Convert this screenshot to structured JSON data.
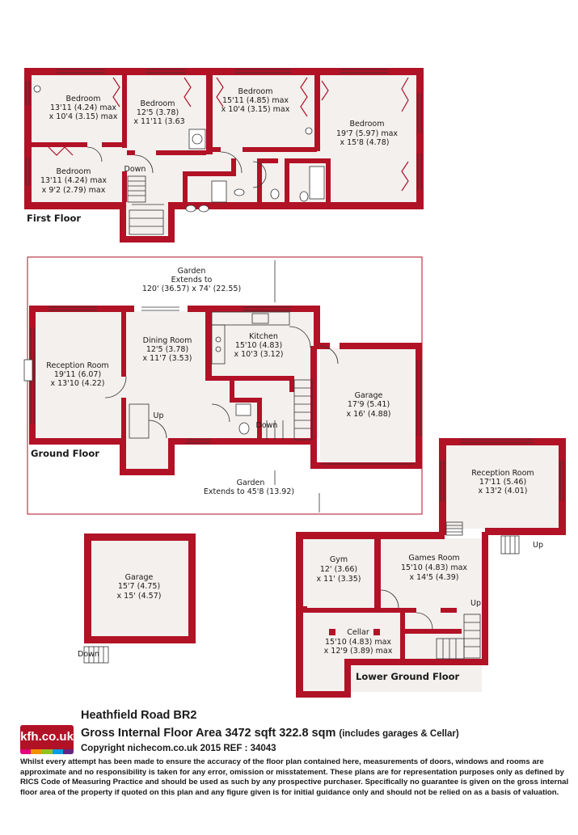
{
  "first_floor": {
    "label": "First Floor",
    "down_label": "Down",
    "rooms": [
      {
        "name": "Bedroom",
        "dims": [
          "13'11 (4.24) max",
          "x 10'4 (3.15) max"
        ]
      },
      {
        "name": "Bedroom",
        "dims": [
          "12'5 (3.78)",
          "x 11'11 (3.63"
        ]
      },
      {
        "name": "Bedroom",
        "dims": [
          "15'11 (4.85) max",
          "x 10'4 (3.15) max"
        ]
      },
      {
        "name": "Bedroom",
        "dims": [
          "19'7 (5.97) max",
          "x 15'8 (4.78)"
        ]
      },
      {
        "name": "Bedroom",
        "dims": [
          "13'11 (4.24) max",
          "x 9'2 (2.79) max"
        ]
      }
    ]
  },
  "ground_floor": {
    "label": "Ground Floor",
    "up_label": "Up",
    "down_label": "Down",
    "garden_rear": [
      "Garden",
      "Extends to",
      "120' (36.57) x 74' (22.55)"
    ],
    "garden_front": [
      "Garden",
      "Extends to 45'8 (13.92)"
    ],
    "rooms": [
      {
        "name": "Reception Room",
        "dims": [
          "19'11 (6.07)",
          "x 13'10 (4.22)"
        ]
      },
      {
        "name": "Dining Room",
        "dims": [
          "12'5 (3.78)",
          "x 11'7 (3.53)"
        ]
      },
      {
        "name": "Kitchen",
        "dims": [
          "15'10 (4.83)",
          "x 10'3 (3.12)"
        ]
      },
      {
        "name": "Garage",
        "dims": [
          "17'9 (5.41)",
          "x 16' (4.88)"
        ]
      }
    ]
  },
  "outbuilding": {
    "down_label": "Down",
    "room": {
      "name": "Garage",
      "dims": [
        "15'7 (4.75)",
        "x 15' (4.57)"
      ]
    }
  },
  "lower_ground_floor": {
    "label": "Lower Ground Floor",
    "up_labels": [
      "Up",
      "Up"
    ],
    "rooms": [
      {
        "name": "Reception Room",
        "dims": [
          "17'11 (5.46)",
          "x 13'2 (4.01)"
        ]
      },
      {
        "name": "Gym",
        "dims": [
          "12' (3.66)",
          "x 11' (3.35)"
        ]
      },
      {
        "name": "Games Room",
        "dims": [
          "15'10 (4.83) max",
          "x 14'5 (4.39)"
        ]
      },
      {
        "name": "Cellar",
        "dims": [
          "15'10 (4.83) max",
          "x 12'9 (3.89) max"
        ]
      }
    ]
  },
  "footer": {
    "logo_text": "kfh.co.uk",
    "logo_colors": [
      "#e5007d",
      "#f39200",
      "#95c11f",
      "#009fe3",
      "#662483"
    ],
    "address": "Heathfield Road  BR2",
    "gross_area": "Gross Internal Floor Area 3472 sqft 322.8 sqm",
    "gross_area_note": "(includes garages & Cellar)",
    "copyright": "Copyright nichecom.co.uk 2015 REF : 34043",
    "disclaimer": "Whilst every attempt has been made to ensure the accuracy of the floor plan contained here, measurements of doors, windows and rooms are approximate and no responsibility is taken for any error, omission or misstatement.  These plans are for representation purposes only as defined by RICS Code of Measuring Practice and should be used as such by any prospective purchaser.  Specifically no guarantee is given on the gross internal floor area of the property if quoted on this plan and any figure given is for initial guidance only and should not be relied on as a basis of valuation."
  },
  "colors": {
    "wall": "#b11226",
    "floor": "#f3f0ee"
  }
}
